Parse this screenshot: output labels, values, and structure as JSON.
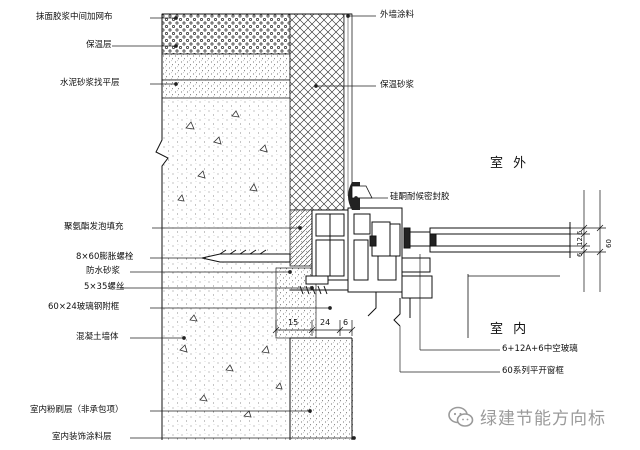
{
  "labels_left": [
    "抹面胶浆中间加网布",
    "保温层",
    "水泥砂浆找平层",
    "聚氨酯发泡填充",
    "8×60膨胀螺栓",
    "防水砂浆",
    "5×35螺丝",
    "60×24玻璃钢附框",
    "混凝土墙体",
    "室内粉刷层（非承包项）",
    "室内装饰涂料层"
  ],
  "labels_right": [
    "外墙涂料",
    "保温砂浆",
    "硅酮耐候密封胶"
  ],
  "labels_bottom": [
    "6+12A+6中空玻璃",
    "60系列平开窗框"
  ],
  "zones": {
    "outdoor": "室 外",
    "indoor": "室 内"
  },
  "dims_horizontal": [
    "15",
    "24",
    "6"
  ],
  "dims_vertical": [
    "6",
    "12",
    "6"
  ],
  "dim_total": "60",
  "watermark": {
    "text": "绿建节能方向标",
    "icon": "wechat-icon"
  },
  "colors": {
    "line": "#111111",
    "watermark": "#9a9a9a"
  }
}
